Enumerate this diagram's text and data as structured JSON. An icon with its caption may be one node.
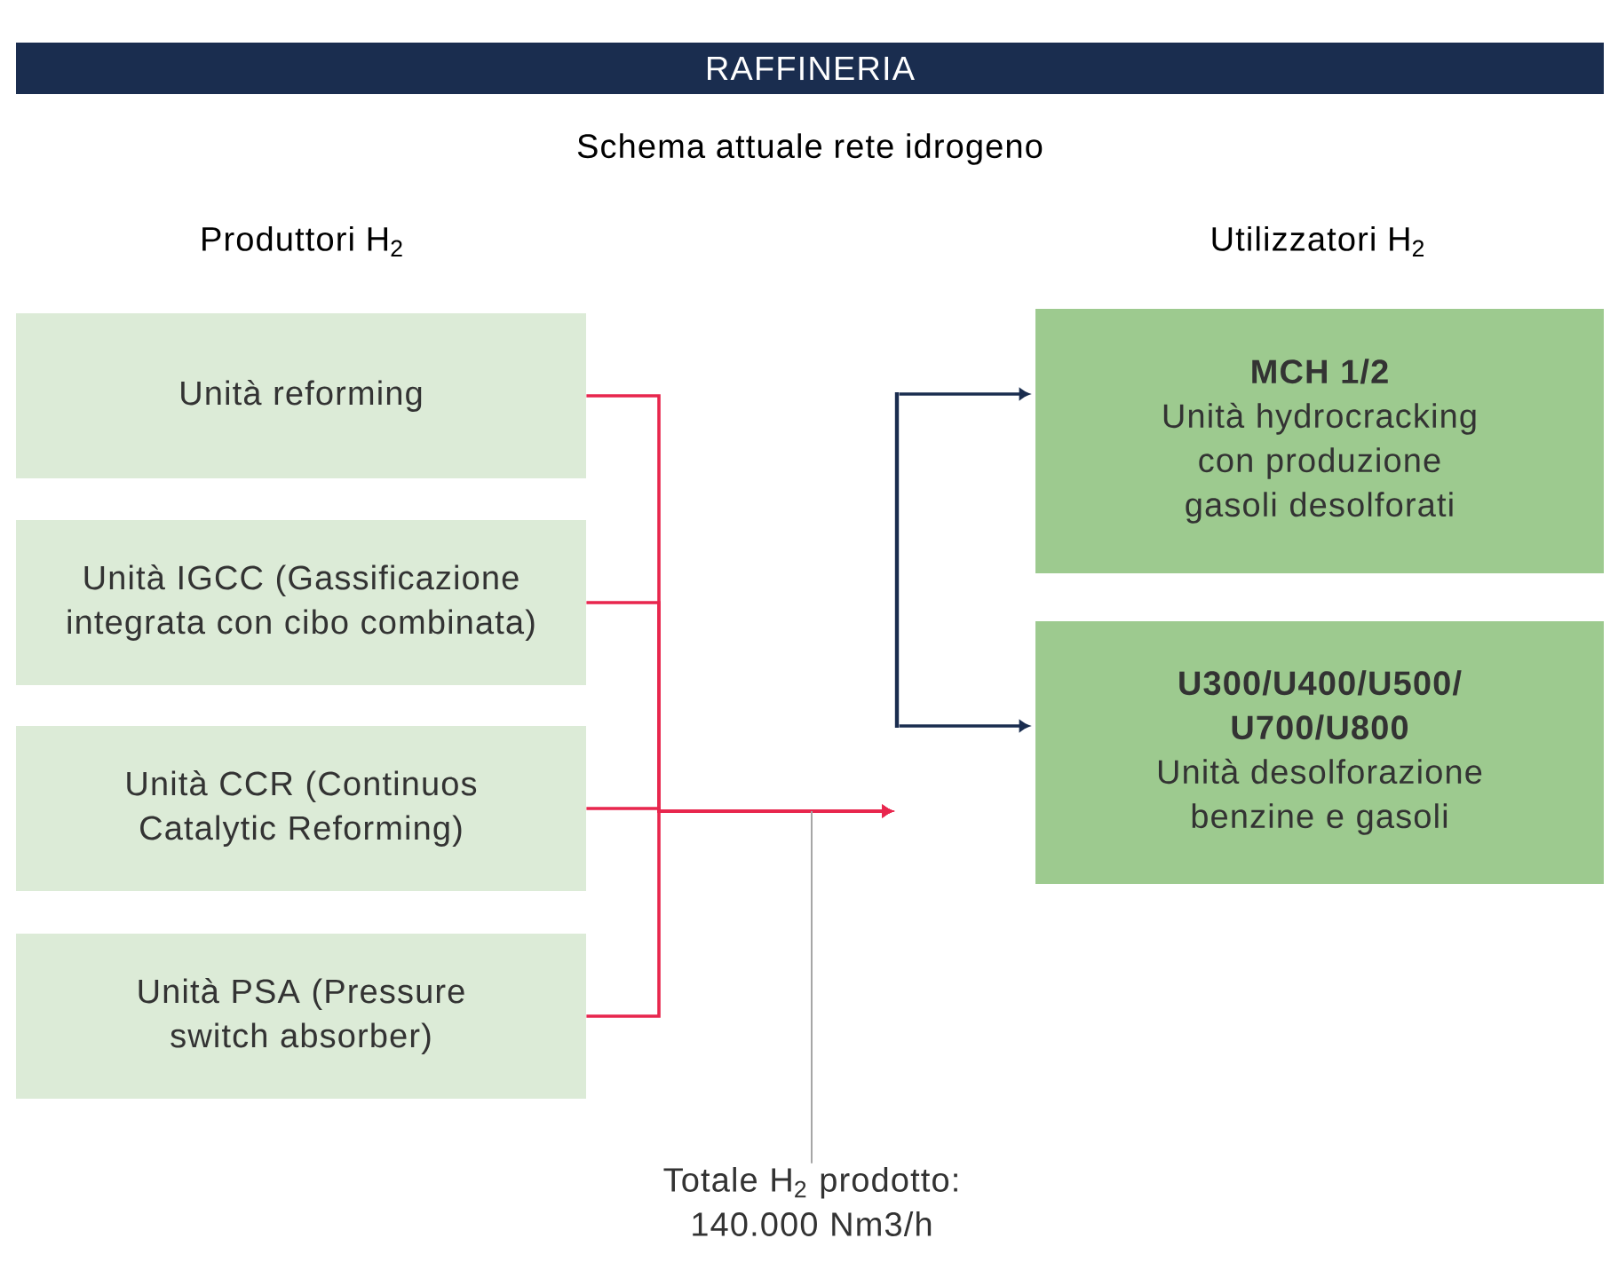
{
  "diagram": {
    "title": "RAFFINERIA",
    "caption": "Schema attuale rete idrogeno",
    "nodes": [
      {
        "text": [
          "Unità reforming"
        ]
      },
      {
        "text": [
          "Unità IGCC (Gassificazione integrata con cibo combinata)"
        ]
      },
      {
        "text": [
          "Unità CCR (Continuos Catalytic Reforming)"
        ]
      },
      {
        "text": [
          "Unità PSA (Pressure switch absorber)"
        ]
      },
      {
        "text": [
          "MCH 1/2",
          "Unità hydrocracking con produzione gasoli desolforati"
        ]
      },
      {
        "text": [
          "U300/U400/U500/ U700/U800",
          "Unità desolforazione benzine e gasoli"
        ]
      },
      {
        "text": [
          "Totale H$_{2}$ prodotto: 140.000 Nm3/h"
        ]
      },
      {
        "text": [],
        "shape": "bar"
      }
    ],
    "edges": [
      {
        "from": 0,
        "to": 7,
        "arrow": "to"
      },
      {
        "from": 1,
        "to": 7,
        "arrow": "to"
      },
      {
        "from": 2,
        "to": 7,
        "arrow": "to"
      },
      {
        "from": 3,
        "to": 7,
        "arrow": "to"
      },
      {
        "from": 7,
        "to": 4,
        "arrow": "to",
        "color": "#1a2d4f"
      },
      {
        "from": 7,
        "to": 5,
        "arrow": "to",
        "color": "#1a2d4f"
      },
      {
        "from": 6,
        "to": null,
        "arrow": "none",
        "color": "#a6a6a6"
      }
    ],
    "labels": [
      "Produttori H$_{2}$",
      "Utilizzatori H$_{2}$"
    ]
  }
}
